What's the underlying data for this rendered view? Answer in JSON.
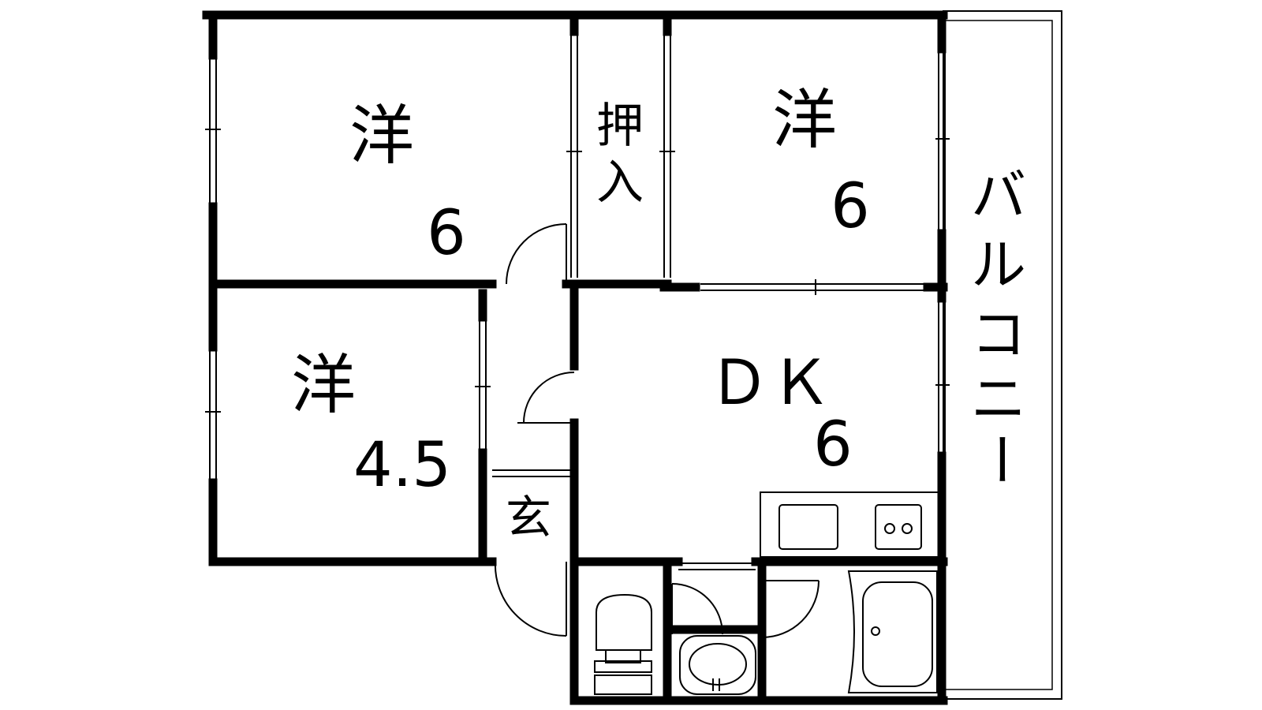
{
  "floorplan": {
    "rooms": [
      {
        "id": "western-room-1",
        "kind": "洋",
        "size": "6"
      },
      {
        "id": "western-room-2",
        "kind": "洋",
        "size": "6"
      },
      {
        "id": "western-room-3",
        "kind": "洋",
        "size": "4.5"
      },
      {
        "id": "dining-kitchen",
        "kind": "ＤＫ",
        "size": "6"
      }
    ],
    "closet": {
      "line1": "押",
      "line2": "入"
    },
    "entrance": "玄",
    "balcony": [
      "バ",
      "ル",
      "コ",
      "ニ",
      "ー"
    ]
  }
}
